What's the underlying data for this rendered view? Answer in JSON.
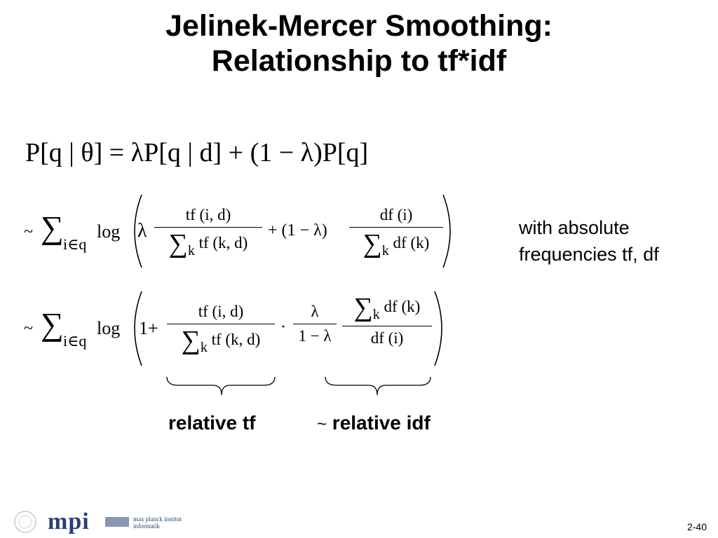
{
  "slide": {
    "title_line1": "Jelinek-Mercer Smoothing:",
    "title_line2": "Relationship to tf*idf",
    "formula_main": "P[q | θ] = λP[q | d] + (1 − λ)P[q]",
    "line2": {
      "prefix": "~",
      "sum": "∑",
      "sum_sub": "i∈q",
      "log": "log",
      "lambda": "λ",
      "frac1_num": "tf (i, d)",
      "frac1_den_sum": "∑",
      "frac1_den_sub": "k",
      "frac1_den": "tf (k, d)",
      "plus_term": "+  (1 − λ)",
      "frac2_num": "df (i)",
      "frac2_den_sum": "∑",
      "frac2_den_sub": "k",
      "frac2_den": "df (k)"
    },
    "line3": {
      "prefix": "~",
      "sum": "∑",
      "sum_sub": "i∈q",
      "log": "log",
      "one_plus": "1+",
      "frac1_num": "tf (i, d)",
      "frac1_den_sum": "∑",
      "frac1_den_sub": "k",
      "frac1_den": "tf (k, d)",
      "dot": "·",
      "frac2_num": "λ",
      "frac2_den": "1 − λ",
      "frac3_num_sum": "∑",
      "frac3_num_sub": "k",
      "frac3_num": "df (k)",
      "frac3_den": "df (i)"
    },
    "side_note_line1": "with absolute",
    "side_note_line2": "frequencies tf, df",
    "label_relative_tf": "relative tf",
    "label_relative_idf_prefix": "~",
    "label_relative_idf": "relative idf",
    "page_number": "2-40",
    "logo_text_line1": "max planck institut",
    "logo_text_line2": "informatik",
    "logo_letters": "mpi"
  }
}
